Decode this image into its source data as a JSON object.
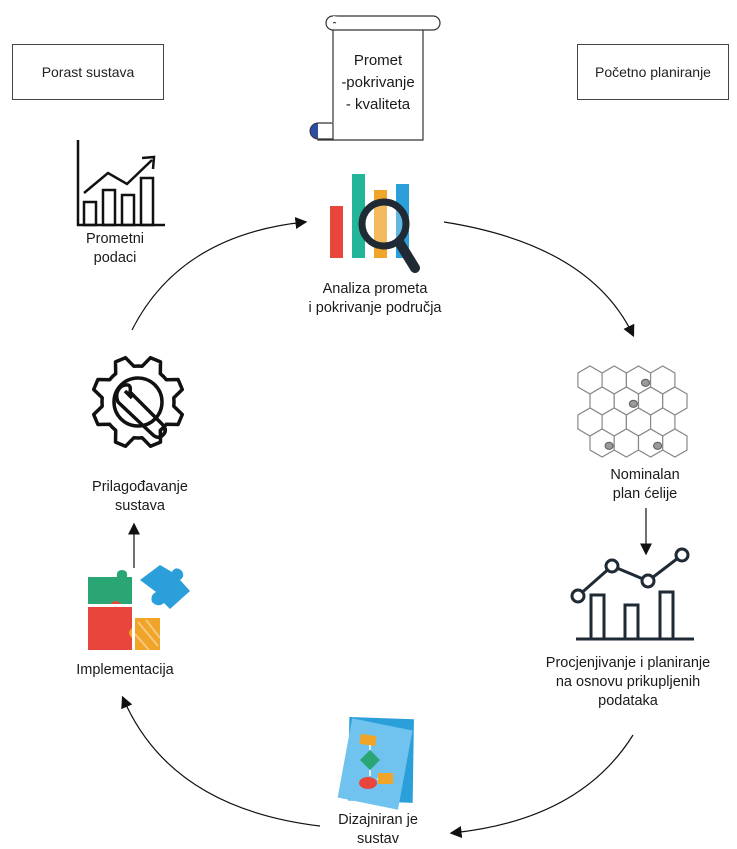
{
  "boxes": {
    "left": "Porast sustava",
    "right": "Početno planiranje"
  },
  "scroll": {
    "line1": "Promet",
    "line2": "-pokrivanje",
    "line3": "- kvaliteta"
  },
  "nodes": {
    "traffic_data": [
      "Prometni",
      "podaci"
    ],
    "analysis": [
      "Analiza prometa",
      "i pokrivanje područja"
    ],
    "cell_plan": [
      "Nominalan",
      "plan ćelije"
    ],
    "assessment": [
      "Procjenjivanje i planiranje",
      "na osnovu prikupljenih",
      "podataka"
    ],
    "designed": [
      "Dizajniran je",
      "sustav"
    ],
    "implementation": [
      "Implementacija"
    ],
    "adaptation": [
      "Prilagođavanje",
      "sustava"
    ]
  },
  "icons": {
    "traffic_data": "bar-chart-growth-icon",
    "analysis": "magnifier-bar-chart-icon",
    "cell_plan": "hexagon-grid-icon",
    "assessment": "line-bar-chart-icon",
    "designed": "flowchart-document-icon",
    "implementation": "puzzle-pieces-icon",
    "adaptation": "gear-wrench-icon"
  },
  "colors": {
    "red": "#e8463c",
    "orange": "#f0a428",
    "teal": "#23b59a",
    "blue": "#2b9fd9",
    "dark": "#1f2a35",
    "green": "#2aa574",
    "hex_fill": "#9a9a9a"
  }
}
